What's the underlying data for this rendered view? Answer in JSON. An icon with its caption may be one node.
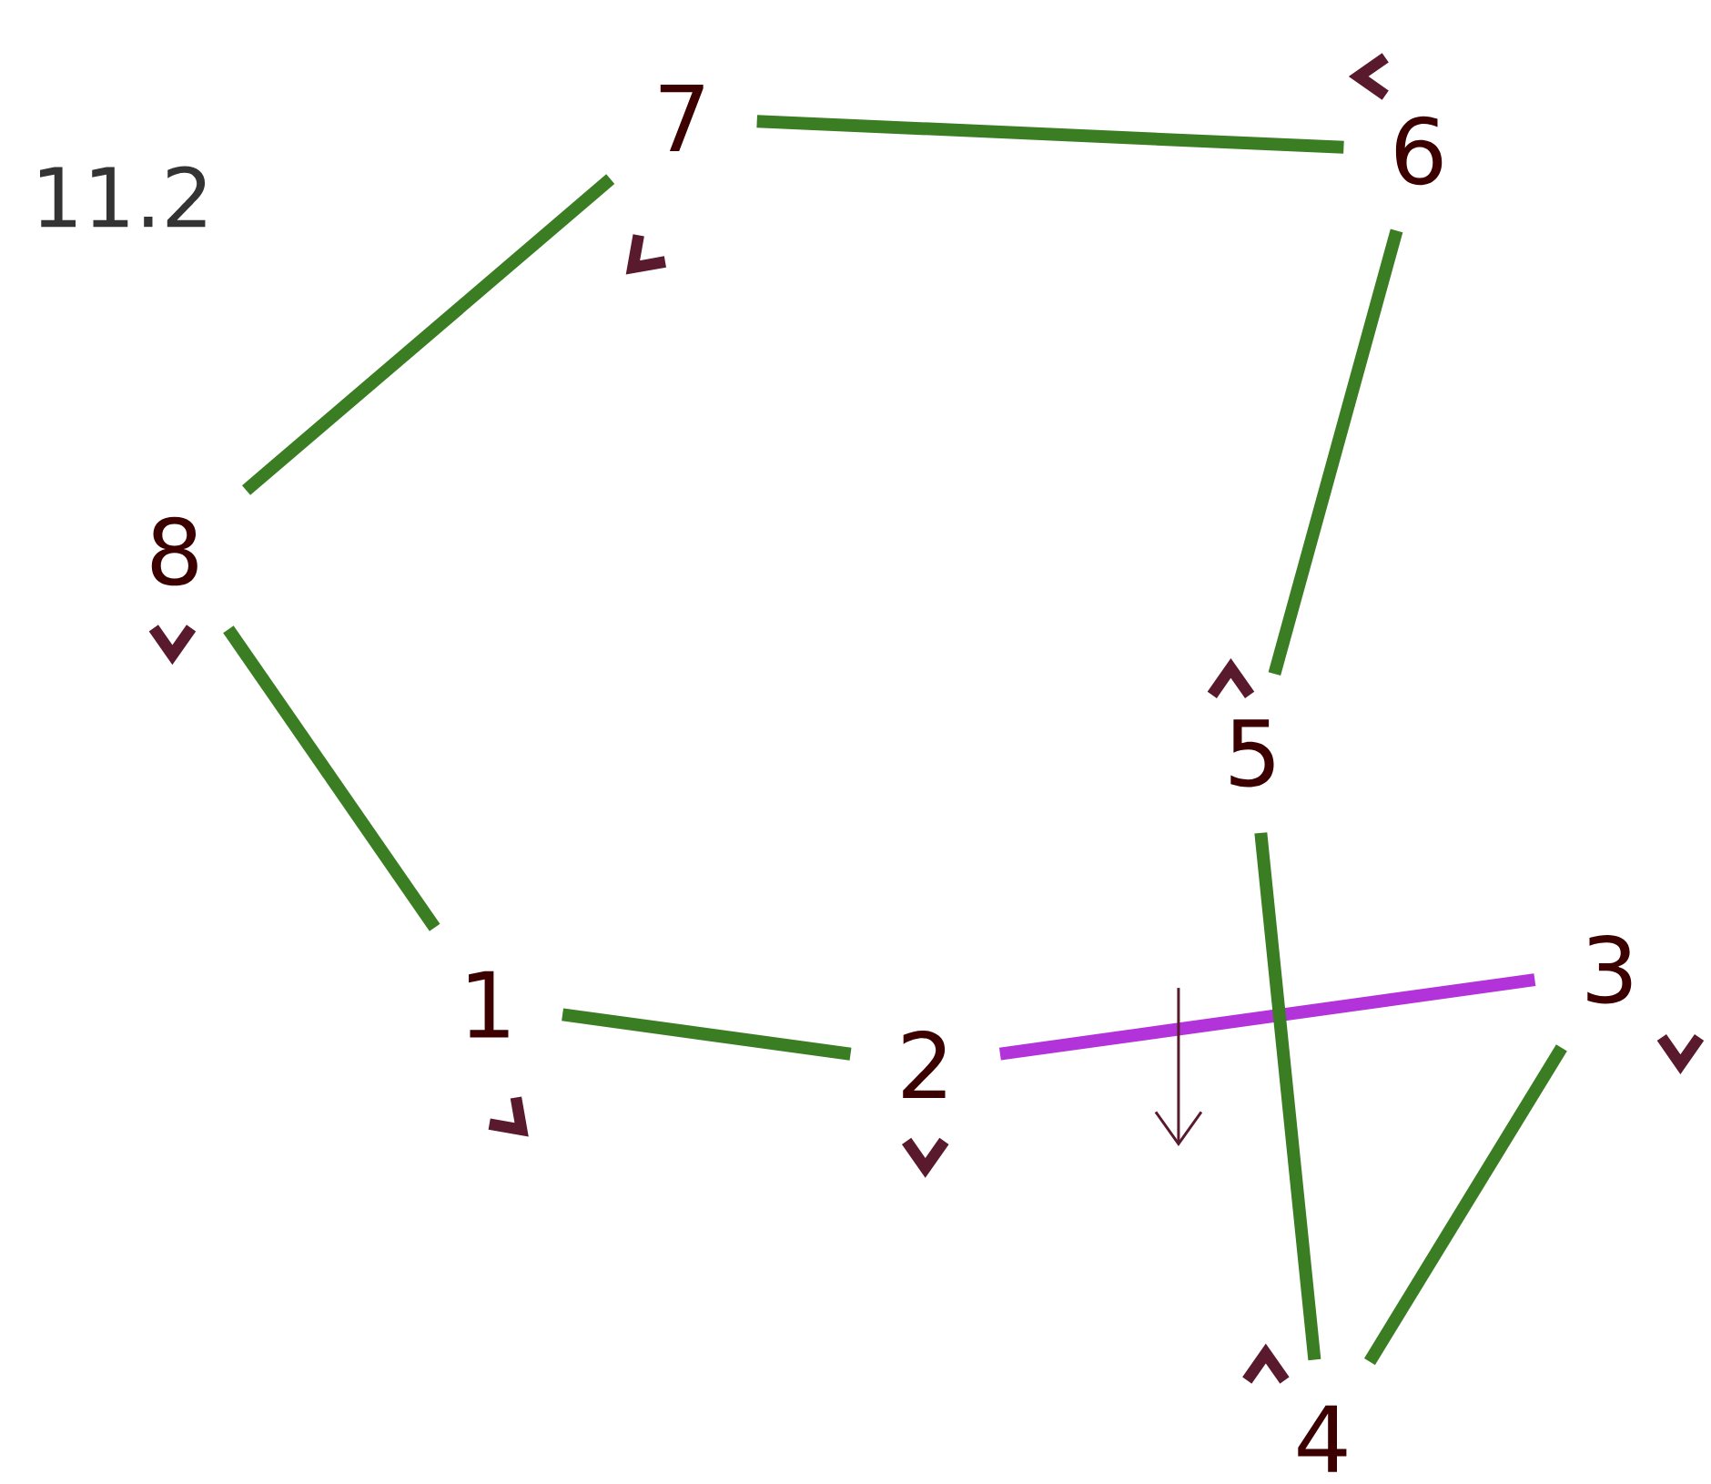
{
  "diagram": {
    "nodes": [
      {
        "text": [
          "1"
        ]
      },
      {
        "text": [
          "2"
        ]
      },
      {
        "text": [
          "3"
        ]
      },
      {
        "text": [
          "4"
        ]
      },
      {
        "text": [
          "5"
        ]
      },
      {
        "text": [
          "6"
        ]
      },
      {
        "text": [
          "7"
        ]
      },
      {
        "text": [
          "8"
        ]
      }
    ],
    "edges": [
      {
        "from": 0,
        "to": 1,
        "arrow": "none"
      },
      {
        "from": 1,
        "to": 2,
        "arrow": "none",
        "color": "#b133d9"
      },
      {
        "from": 2,
        "to": 3,
        "arrow": "none"
      },
      {
        "from": 3,
        "to": 4,
        "arrow": "none"
      },
      {
        "from": 4,
        "to": 5,
        "arrow": "none"
      },
      {
        "from": 5,
        "to": 6,
        "arrow": "none"
      },
      {
        "from": 6,
        "to": 7,
        "arrow": "none"
      },
      {
        "from": 7,
        "to": 0,
        "arrow": "none"
      }
    ],
    "labels": [
      "11.2"
    ]
  }
}
